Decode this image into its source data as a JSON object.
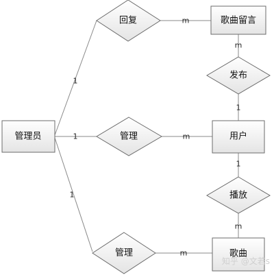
{
  "diagram": {
    "entities": {
      "admin": "管理员",
      "comment": "歌曲留言",
      "user": "用户",
      "song": "歌曲"
    },
    "relationships": {
      "reply": "回复",
      "publish": "发布",
      "manage_user": "管理",
      "play": "播放",
      "manage_song": "管理"
    },
    "cardinalities": {
      "admin_reply": "1",
      "reply_comment": "m",
      "comment_publish": "m",
      "publish_user": "1",
      "admin_manage_user": "1",
      "manage_user_user": "m",
      "user_play": "1",
      "play_song": "m",
      "admin_manage_song": "1",
      "manage_song_song": "m"
    }
  },
  "watermark": {
    "text": "知乎 @文若s"
  },
  "colors": {
    "shape_fill_top": "#ffffff",
    "shape_fill_bottom": "#e4e4e4",
    "shape_stroke": "#6b6b6b",
    "edge": "#8a8a8a",
    "text": "#111111"
  }
}
